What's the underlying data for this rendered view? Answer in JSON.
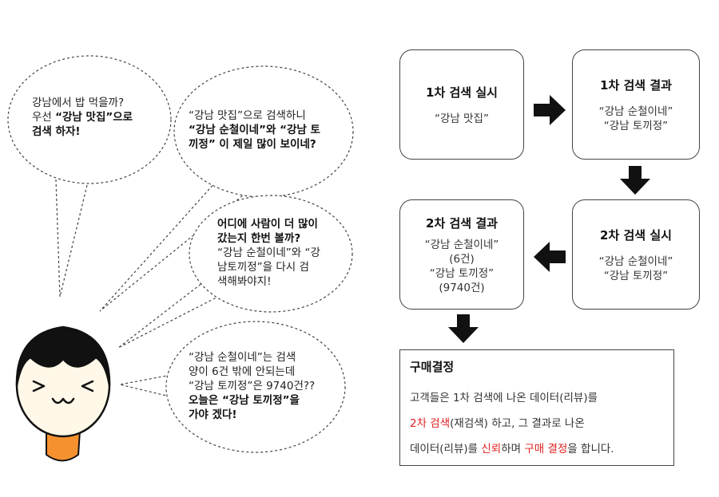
{
  "bubbles": [
    {
      "lines": [
        [
          {
            "t": "강남에서 밥 먹을까?",
            "b": false
          }
        ],
        [
          {
            "t": "우선 ",
            "b": false
          },
          {
            "t": "“강남 맛집”으로",
            "b": true
          }
        ],
        [
          {
            "t": "검색 하자!",
            "b": true
          }
        ]
      ]
    },
    {
      "lines": [
        [
          {
            "t": "“강남 맛집”으로 검색하니",
            "b": false
          }
        ],
        [
          {
            "t": "“강남 순철이네”와 “강남 토",
            "b": true
          }
        ],
        [
          {
            "t": "끼정” 이 제일 많이 보이네?",
            "b": true
          }
        ]
      ]
    },
    {
      "lines": [
        [
          {
            "t": "어디에 사람이 더 많이",
            "b": true
          }
        ],
        [
          {
            "t": "갔는지 한번 볼까?",
            "b": true
          }
        ],
        [
          {
            "t": "“강남 순철이네”와 “강",
            "b": false
          }
        ],
        [
          {
            "t": "남토끼정”을 다시 검",
            "b": false
          }
        ],
        [
          {
            "t": "색해봐야지!",
            "b": false
          }
        ]
      ]
    },
    {
      "lines": [
        [
          {
            "t": "“강남 순철이네”는 검색",
            "b": false
          }
        ],
        [
          {
            "t": "양이 6건 밖에 안되는데",
            "b": false
          }
        ],
        [
          {
            "t": "“강남 토끼정”은 9740건??",
            "b": false
          }
        ],
        [
          {
            "t": "오늘은 “강남 토끼정”을",
            "b": true
          }
        ],
        [
          {
            "t": "가야 겠다!",
            "b": true
          }
        ]
      ]
    }
  ],
  "flow": {
    "step1": {
      "title": "1차 검색 실시",
      "lines": [
        "“강남 맛집”"
      ]
    },
    "step2": {
      "title": "1차 검색 결과",
      "lines": [
        "“강남 순철이네”",
        "“강남 토끼정”"
      ]
    },
    "step3": {
      "title": "2차 검색 실시",
      "lines": [
        "“강남 순철이네”",
        "“강남 토끼정”"
      ]
    },
    "step4": {
      "title": "2차 검색 결과",
      "lines": [
        "“강남 순철이네”",
        "(6건)",
        "“강남 토끼정”",
        "(9740건)"
      ]
    }
  },
  "decision": {
    "title": "구매결정",
    "lines": [
      [
        {
          "t": "고객들은 1차 검색에 나온 데이터(리뷰)를",
          "red": false
        }
      ],
      [
        {
          "t": "2차 검색",
          "red": true
        },
        {
          "t": "(재검색) 하고, 그 결과로 나온",
          "red": false
        }
      ],
      [
        {
          "t": "데이터(리뷰)를 ",
          "red": false
        },
        {
          "t": "신뢰",
          "red": true
        },
        {
          "t": "하며 ",
          "red": false
        },
        {
          "t": "구매 결정",
          "red": true
        },
        {
          "t": "을 합니다.",
          "red": false
        }
      ]
    ]
  },
  "colors": {
    "highlight": "#e02020",
    "shirt": "#f5922f",
    "skin": "#fff8e8",
    "hair": "#111111"
  }
}
